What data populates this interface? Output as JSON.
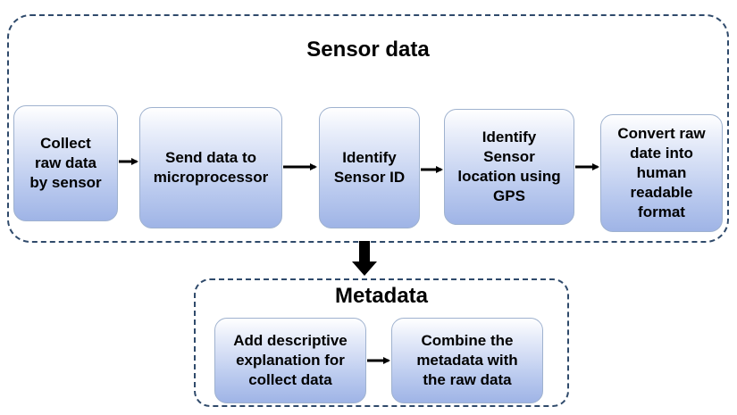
{
  "sensor_group": {
    "title": "Sensor data",
    "steps": [
      "Collect\nraw data\nby sensor",
      "Send data to\nmicroprocessor",
      "Identify\nSensor ID",
      "Identify\nSensor\nlocation using\nGPS",
      "Convert raw\ndate into\nhuman\nreadable\nformat"
    ]
  },
  "metadata_group": {
    "title": "Metadata",
    "steps": [
      "Add descriptive\nexplanation for\ncollect data",
      "Combine the\nmetadata with\nthe raw data"
    ]
  },
  "colors": {
    "border": "#2f4a6b",
    "box_fill": "#b9c9ee",
    "arrow": "#000000"
  }
}
